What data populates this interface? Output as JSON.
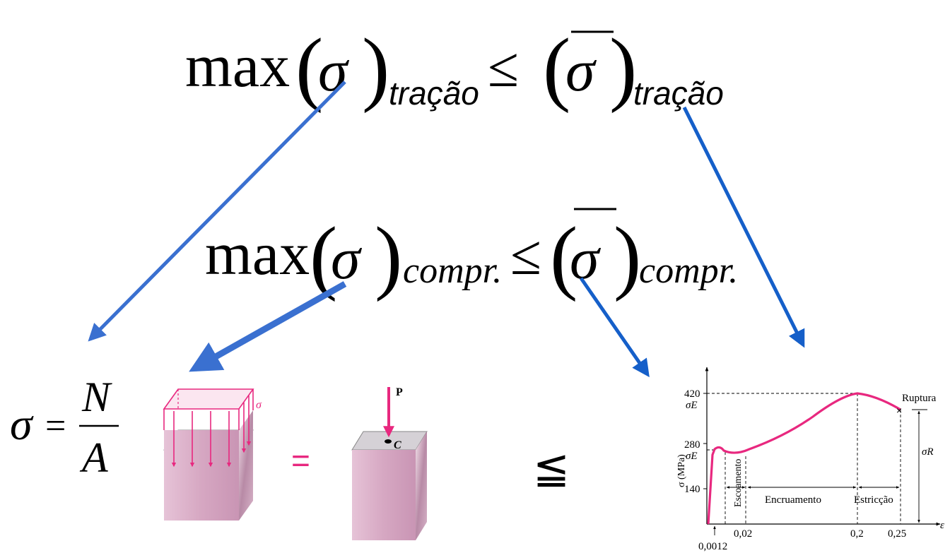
{
  "formula_top": {
    "max": "max",
    "sigma": "σ",
    "subscript": "tração",
    "leq": "≤"
  },
  "formula_mid": {
    "max": "max",
    "sigma": "σ",
    "subscript": "compr.",
    "leq": "≤"
  },
  "stress_formula": {
    "sigma": "σ",
    "equals": "=",
    "numerator": "N",
    "denominator": "A"
  },
  "distributed_load_figure": {
    "load_label": "σ"
  },
  "equals_sign": "=",
  "point_load_figure": {
    "force_label": "P",
    "point_label": "C"
  },
  "comparison_symbol": "≦",
  "stress_strain_chart": {
    "y_ticks": [
      "420",
      "280",
      "140"
    ],
    "sigma_E_upper": "σE",
    "sigma_E_lower": "σE",
    "y_axis_label": "σ (MPa)",
    "x_axis_label": "ε",
    "x_ticks": [
      "0,02",
      "0,2",
      "0,25"
    ],
    "x_tick_low": "0,0012",
    "regions": [
      "Escoamento",
      "Encruamento",
      "Estricção"
    ],
    "rupture_label": "Ruptura",
    "sigma_R": "σR",
    "curve_color": "#e8287f"
  },
  "colors": {
    "arrow_blue": "#2f6fd0",
    "arrow_blue_dark": "#1a5cc8",
    "magenta": "#e8287f",
    "block_pink": "#dcb5cc"
  }
}
